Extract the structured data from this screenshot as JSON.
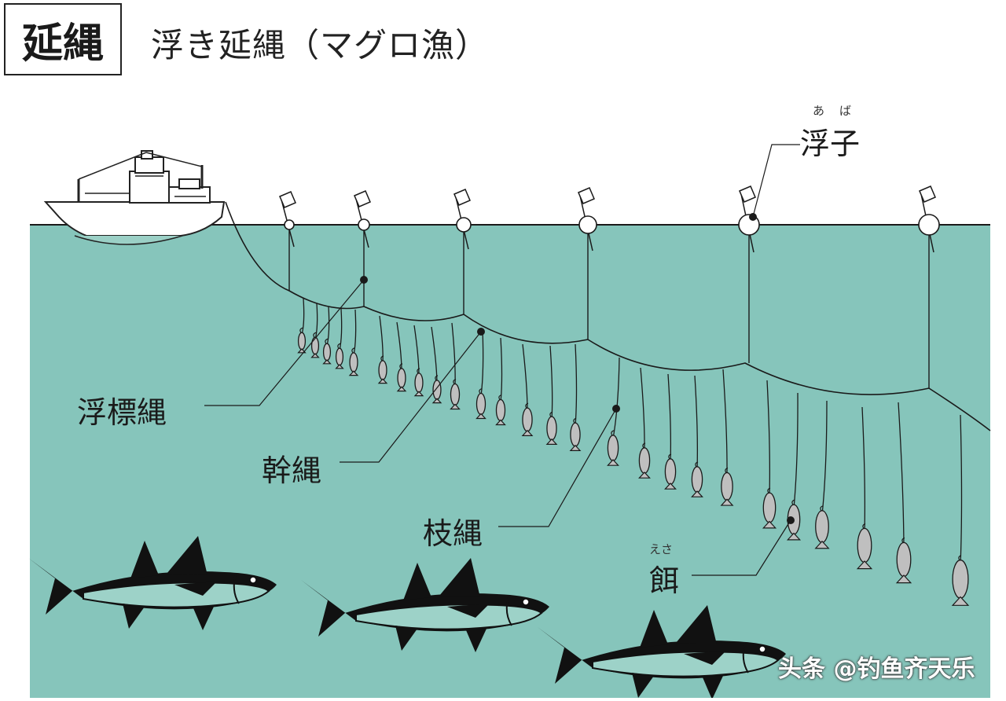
{
  "title": "延縄",
  "subtitle": "浮き延縄（マグロ漁）",
  "labels": {
    "float": "浮子",
    "float_ruby": "あ　ば",
    "buoy_line": "浮標縄",
    "main_line": "幹縄",
    "branch_line": "枝縄",
    "bait": "餌",
    "bait_ruby": "えさ"
  },
  "watermark": "头条 @钓鱼齐天乐",
  "colors": {
    "sea": "#86c5bb",
    "line": "#1a1a1a",
    "float": "#ffffff",
    "bait": "#bfbfbf",
    "tuna": "#111111",
    "tuna_belly": "#9dd2c8"
  },
  "icons": [
    "ship-icon",
    "flag-buoy-icon",
    "bait-fish-icon",
    "tuna-icon"
  ]
}
